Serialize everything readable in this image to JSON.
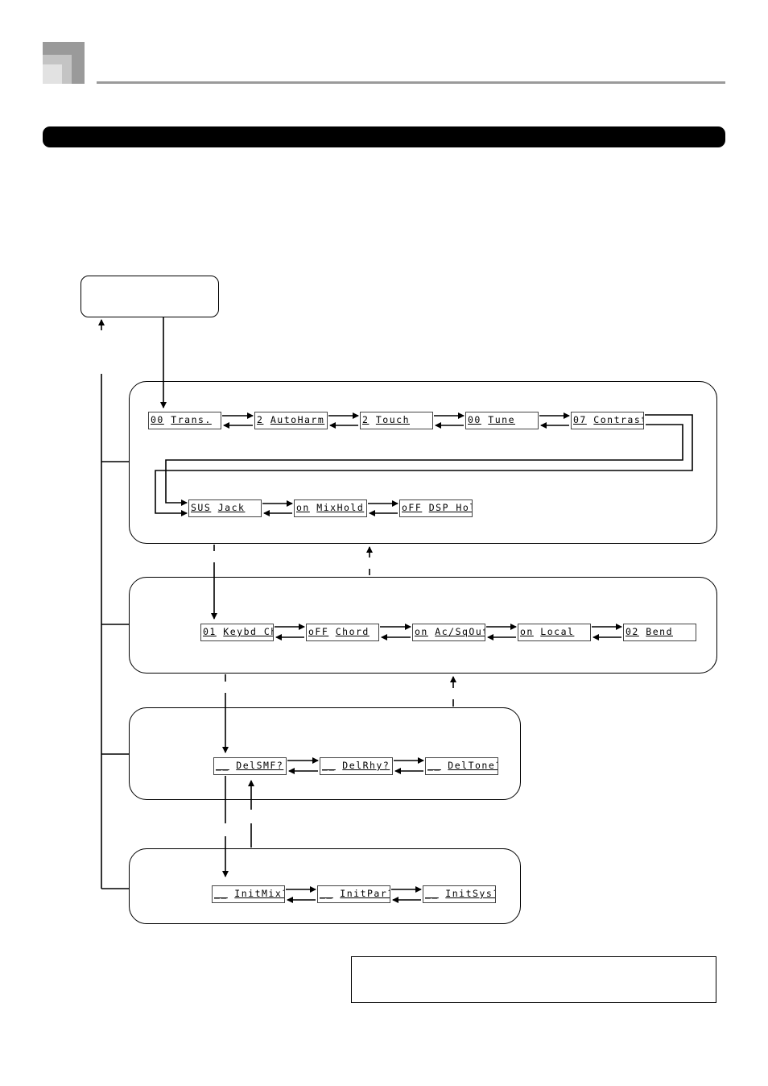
{
  "group1": {
    "row1": [
      {
        "value": "00",
        "name": "Trans."
      },
      {
        "value": " 2",
        "name": "AutoHarm"
      },
      {
        "value": " 2",
        "name": "Touch"
      },
      {
        "value": "00",
        "name": "Tune"
      },
      {
        "value": "07",
        "name": "Contrast"
      }
    ],
    "row2": [
      {
        "value": "SUS",
        "name": "Jack"
      },
      {
        "value": "on",
        "name": "MixHold"
      },
      {
        "value": "oFF",
        "name": "DSP Hold"
      }
    ]
  },
  "group2": [
    {
      "value": "01",
      "name": "Keybd Ch"
    },
    {
      "value": "oFF",
      "name": "Chord"
    },
    {
      "value": "on",
      "name": "Ac/SqOut"
    },
    {
      "value": "on",
      "name": "Local"
    },
    {
      "value": "02",
      "name": "Bend"
    }
  ],
  "group3": [
    {
      "value": "__",
      "name": "DelSMF?"
    },
    {
      "value": "__",
      "name": "DelRhy?"
    },
    {
      "value": "__",
      "name": "DelTone?"
    }
  ],
  "group4": [
    {
      "value": "__",
      "name": "InitMix?"
    },
    {
      "value": "__",
      "name": "InitPar?"
    },
    {
      "value": "__",
      "name": "InitSys?"
    }
  ]
}
